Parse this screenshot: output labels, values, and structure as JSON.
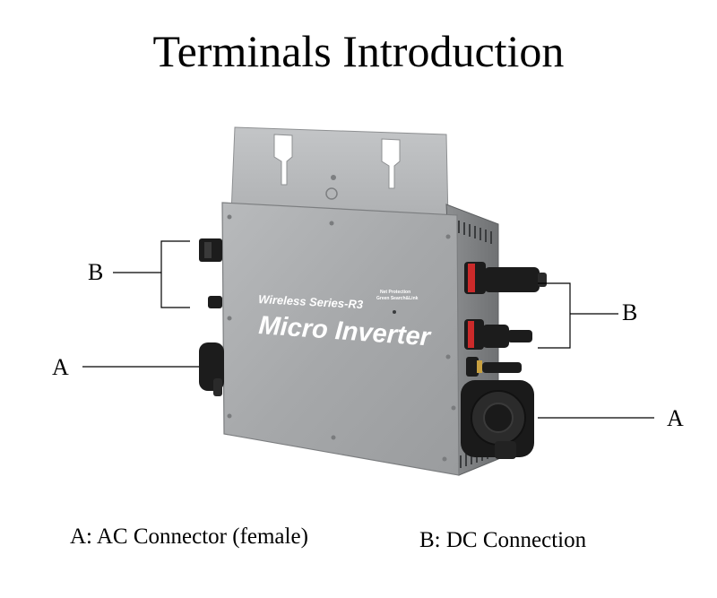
{
  "title": "Terminals Introduction",
  "device": {
    "series_label": "Wireless Series-R3",
    "product_name": "Micro Inverter",
    "indicator_line1": "Net Protection",
    "indicator_line2": "Green Search&Link"
  },
  "callouts": {
    "b_left": "B",
    "a_left": "A",
    "b_right": "B",
    "a_right": "A"
  },
  "legend": {
    "a_text": "A: AC Connector (female)",
    "b_text": "B: DC Connection"
  },
  "colors": {
    "body": "#a9abad",
    "accent": "#cc2a2a",
    "connector": "#1c1c1c"
  }
}
